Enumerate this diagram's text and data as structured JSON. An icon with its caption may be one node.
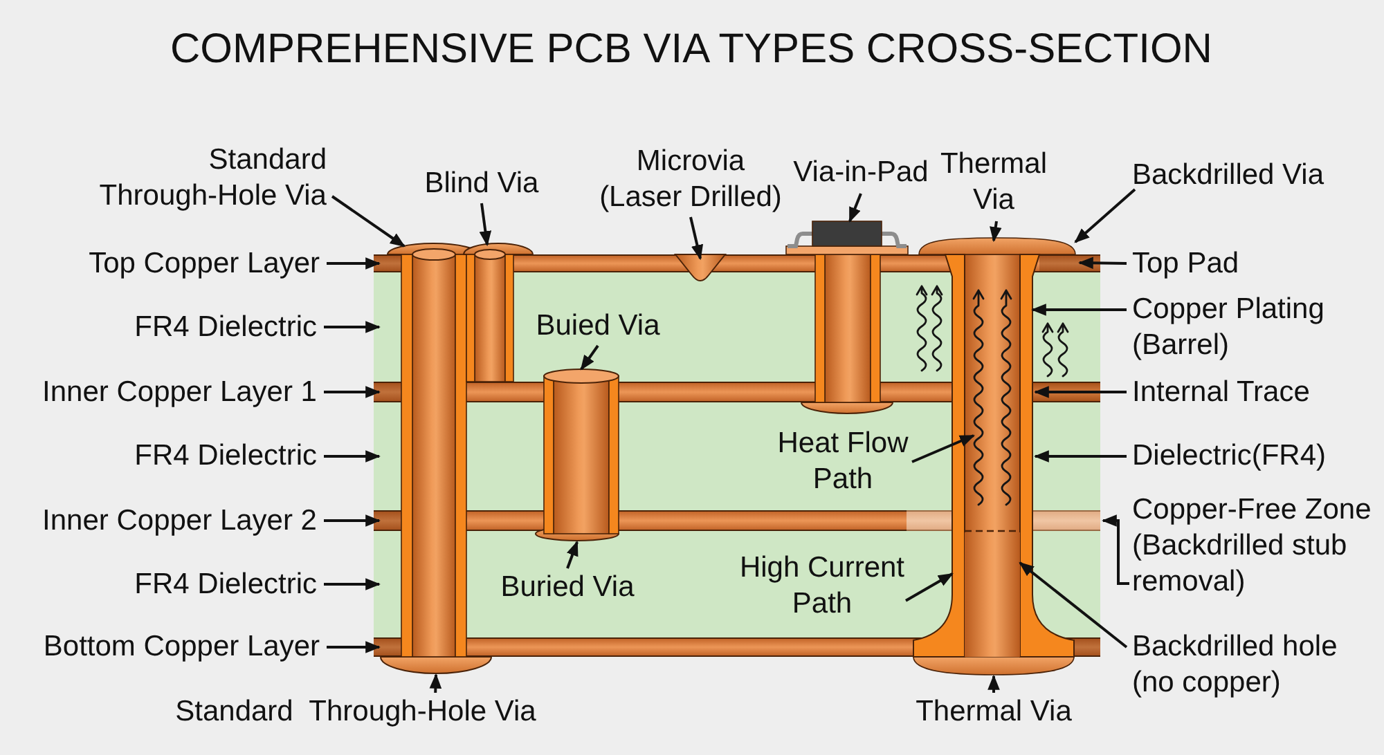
{
  "diagram": {
    "title": "COMPREHENSIVE PCB VIA TYPES CROSS-SECTION",
    "nodes": [
      {
        "text": [],
        "shape": "bar"
      },
      {
        "text": [],
        "shape": "bar"
      },
      {
        "text": [],
        "shape": "bar"
      },
      {
        "text": [],
        "shape": "bar"
      },
      {
        "text": [],
        "shape": "bar"
      },
      {
        "text": [],
        "shape": "bar"
      },
      {
        "text": [],
        "shape": "bar"
      },
      {
        "text": [],
        "shape": "bar",
        "in": 2
      },
      {
        "text": [],
        "shape": "bar"
      },
      {
        "text": [],
        "shape": "cylinder"
      },
      {
        "text": [],
        "shape": "cylinder"
      },
      {
        "text": [],
        "shape": "cone"
      },
      {
        "text": [],
        "shape": "cylinder"
      },
      {
        "text": [],
        "shape": "cylinder"
      },
      {
        "text": [],
        "shape": "cylinder"
      },
      {
        "text": [],
        "shape": "bar",
        "in": 14
      },
      {
        "text": [],
        "shape": "bar",
        "in": 14
      },
      {
        "text": [],
        "shape": "arrow",
        "in": 14
      },
      {
        "text": [],
        "shape": "box",
        "in": 14
      },
      {
        "text": [
          "Standard Through-Hole Via"
        ]
      },
      {
        "text": [
          "Blind Via"
        ]
      },
      {
        "text": [
          "Microvia (Laser Drilled)"
        ]
      },
      {
        "text": [
          "Via-in-Pad"
        ]
      },
      {
        "text": [
          "Thermal Via"
        ]
      },
      {
        "text": [
          "Backdrilled Via"
        ]
      },
      {
        "text": [
          "Top Copper Layer"
        ]
      },
      {
        "text": [
          "Top Pad"
        ]
      },
      {
        "text": [
          "FR4 Dielectric"
        ]
      },
      {
        "text": [
          "Copper Plating (Barrel)"
        ]
      },
      {
        "text": [
          "Buied Via"
        ],
        "in": 1
      },
      {
        "text": [
          "Inner Copper Layer 1"
        ]
      },
      {
        "text": [
          "Internal Trace"
        ]
      },
      {
        "text": [
          "FR4 Dielectric"
        ]
      },
      {
        "text": [
          "Heat Flow Path"
        ],
        "in": 3
      },
      {
        "text": [
          "Dielectric(FR4)"
        ]
      },
      {
        "text": [
          "Inner Copper Layer 2"
        ]
      },
      {
        "text": [
          "Copper-Free Zone (Backdrilled stub removal)"
        ]
      },
      {
        "text": [
          "Buried Via"
        ],
        "in": 5
      },
      {
        "text": [
          "High Current Path"
        ],
        "in": 5
      },
      {
        "text": [
          "FR4 Dielectric"
        ]
      },
      {
        "text": [
          "Bottom Copper Layer"
        ]
      },
      {
        "text": [
          "Backdrilled hole (no copper)"
        ]
      },
      {
        "text": [
          "Standard  Through-Hole Via"
        ]
      },
      {
        "text": [
          "Thermal Via"
        ]
      }
    ],
    "edges": [
      {
        "from": 19,
        "to": 9,
        "arrow": "to"
      },
      {
        "from": 20,
        "to": 10,
        "arrow": "to"
      },
      {
        "from": 21,
        "to": 11,
        "arrow": "to"
      },
      {
        "from": 22,
        "to": 12,
        "arrow": "to"
      },
      {
        "from": 23,
        "to": 14,
        "arrow": "to"
      },
      {
        "from": 24,
        "to": 14,
        "arrow": "to"
      },
      {
        "from": 25,
        "to": 0,
        "arrow": "to"
      },
      {
        "from": 26,
        "to": 14,
        "arrow": "to"
      },
      {
        "from": 27,
        "to": 1,
        "arrow": "to"
      },
      {
        "from": 28,
        "to": 16,
        "arrow": "to"
      },
      {
        "from": 29,
        "to": 13,
        "arrow": "to"
      },
      {
        "from": 30,
        "to": 2,
        "arrow": "to"
      },
      {
        "from": 31,
        "to": 7,
        "arrow": "to"
      },
      {
        "from": 32,
        "to": 3,
        "arrow": "to"
      },
      {
        "from": 33,
        "to": 17,
        "arrow": "to"
      },
      {
        "from": 34,
        "to": 3,
        "arrow": "to"
      },
      {
        "from": 35,
        "to": 4,
        "arrow": "to"
      },
      {
        "from": 36,
        "to": 8,
        "arrow": "to"
      },
      {
        "from": 37,
        "to": 13,
        "arrow": "to"
      },
      {
        "from": 38,
        "to": 15,
        "arrow": "to"
      },
      {
        "from": 39,
        "to": 5,
        "arrow": "to"
      },
      {
        "from": 40,
        "to": 6,
        "arrow": "to"
      },
      {
        "from": 41,
        "to": 18,
        "arrow": "to"
      },
      {
        "from": 42,
        "to": 9,
        "arrow": "to"
      },
      {
        "from": 43,
        "to": 14,
        "arrow": "to"
      }
    ]
  }
}
